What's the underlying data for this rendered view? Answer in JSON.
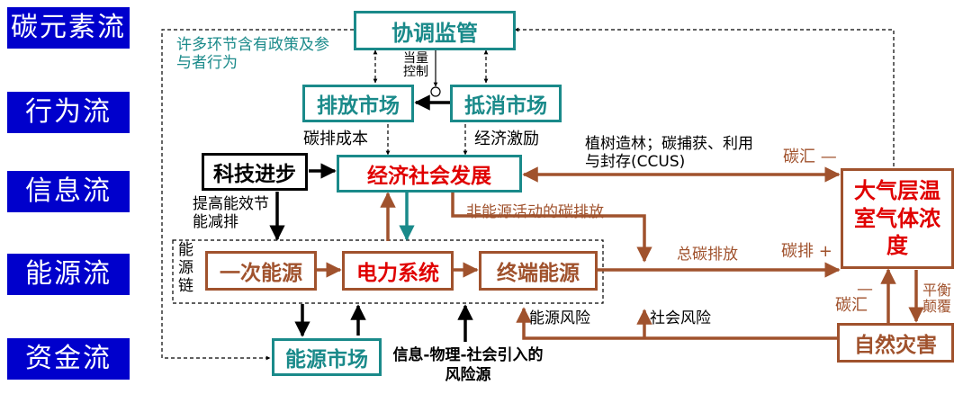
{
  "flows": [
    "碳元素流",
    "行为流",
    "信息流",
    "能源流",
    "资金流"
  ],
  "boxes": {
    "coordination": "协调监管",
    "emission_market": "排放市场",
    "offset_market": "抵消市场",
    "tech_progress": "科技进步",
    "economy": "经济社会发展",
    "primary_energy": "一次能源",
    "power_system": "电力系统",
    "end_energy": "终端能源",
    "energy_market": "能源市场",
    "atmosphere": "大气层温室气体浓度",
    "disaster": "自然灾害"
  },
  "labels": {
    "policy_note": "许多环节含有政策及参与者行为",
    "proper_control": "当量控制",
    "carbon_cost": "碳排成本",
    "econ_incentive": "经济激励",
    "ccus": "植树造林；碳捕获、利用与封存(CCUS)",
    "sink_minus_top": "碳汇 —",
    "efficiency": "提高能效节能减排",
    "non_energy": "非能源活动的碳排放",
    "total_emission": "总碳排放",
    "emission_plus": "碳排 +",
    "energy_chain": "能源链",
    "sink_minus_bottom": "碳汇",
    "sink_minus_sign": "—",
    "balance_flip": "平衡颠覆",
    "energy_risk": "能源风险",
    "social_risk": "社会风险",
    "risk_source": "信息-物理-社会引入的风险源"
  }
}
